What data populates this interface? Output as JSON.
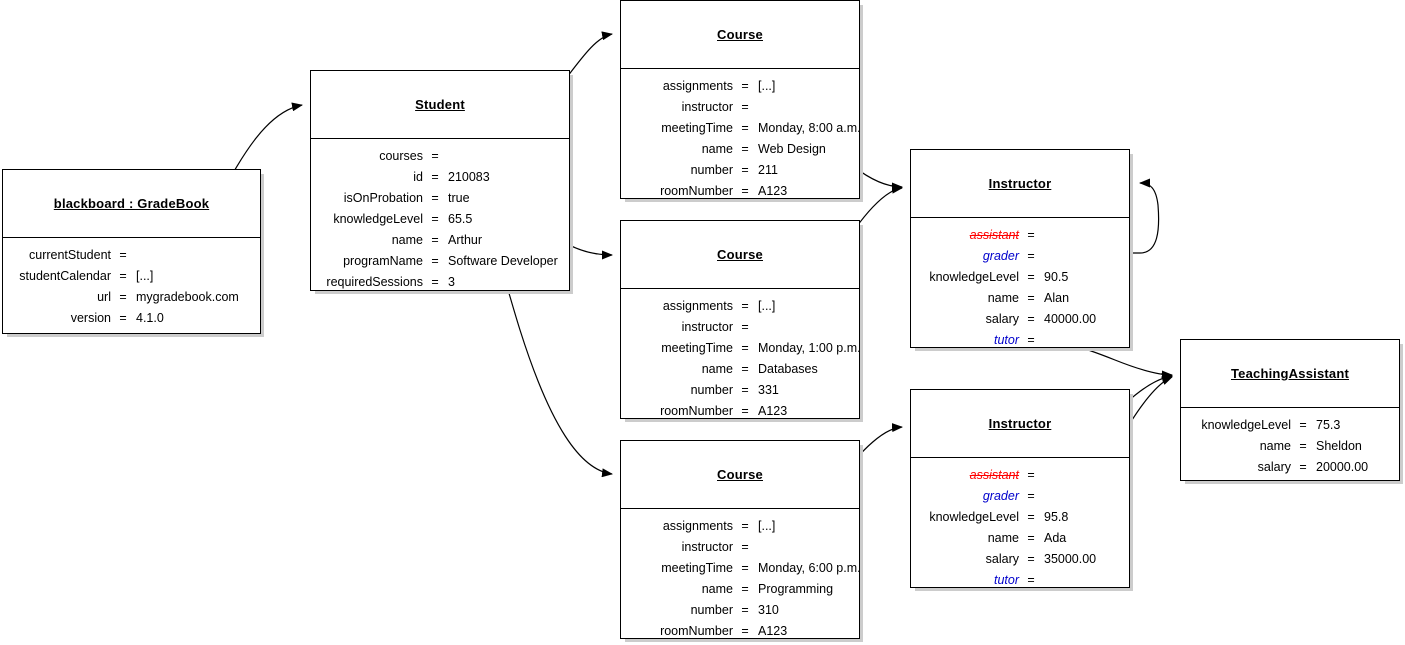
{
  "diagram": {
    "type": "uml-object-diagram",
    "colors": {
      "background": "#ffffff",
      "box_border": "#000000",
      "box_fill": "#ffffff",
      "shadow": "#cccccc",
      "link_attribute": "#0000CC",
      "deleted_attribute": "#FF0000",
      "edge": "#000000"
    }
  },
  "objects": {
    "gradebook": {
      "title": "blackboard : GradeBook",
      "name_col_width": 108,
      "attributes": [
        {
          "name": "currentStudent",
          "value": "",
          "style": "normal"
        },
        {
          "name": "studentCalendar",
          "value": "[...]",
          "style": "normal"
        },
        {
          "name": "url",
          "value": "mygradebook.com",
          "style": "normal"
        },
        {
          "name": "version",
          "value": "4.1.0",
          "style": "normal"
        }
      ]
    },
    "student": {
      "title": "Student",
      "name_col_width": 112,
      "attributes": [
        {
          "name": "courses",
          "value": "",
          "style": "normal"
        },
        {
          "name": "id",
          "value": "210083",
          "style": "normal"
        },
        {
          "name": "isOnProbation",
          "value": "true",
          "style": "normal"
        },
        {
          "name": "knowledgeLevel",
          "value": "65.5",
          "style": "normal"
        },
        {
          "name": "name",
          "value": "Arthur",
          "style": "normal"
        },
        {
          "name": "programName",
          "value": "Software Developer",
          "style": "normal"
        },
        {
          "name": "requiredSessions",
          "value": "3",
          "style": "normal"
        }
      ]
    },
    "course_webdesign": {
      "title": "Course",
      "name_col_width": 112,
      "attributes": [
        {
          "name": "assignments",
          "value": "[...]",
          "style": "normal"
        },
        {
          "name": "instructor",
          "value": "",
          "style": "normal"
        },
        {
          "name": "meetingTime",
          "value": "Monday, 8:00 a.m.",
          "style": "normal"
        },
        {
          "name": "name",
          "value": "Web Design",
          "style": "normal"
        },
        {
          "name": "number",
          "value": "211",
          "style": "normal"
        },
        {
          "name": "roomNumber",
          "value": "A123",
          "style": "normal"
        }
      ]
    },
    "course_databases": {
      "title": "Course",
      "name_col_width": 112,
      "attributes": [
        {
          "name": "assignments",
          "value": "[...]",
          "style": "normal"
        },
        {
          "name": "instructor",
          "value": "",
          "style": "normal"
        },
        {
          "name": "meetingTime",
          "value": "Monday, 1:00 p.m.",
          "style": "normal"
        },
        {
          "name": "name",
          "value": "Databases",
          "style": "normal"
        },
        {
          "name": "number",
          "value": "331",
          "style": "normal"
        },
        {
          "name": "roomNumber",
          "value": "A123",
          "style": "normal"
        }
      ]
    },
    "course_programming": {
      "title": "Course",
      "name_col_width": 112,
      "attributes": [
        {
          "name": "assignments",
          "value": "[...]",
          "style": "normal"
        },
        {
          "name": "instructor",
          "value": "",
          "style": "normal"
        },
        {
          "name": "meetingTime",
          "value": "Monday, 6:00 p.m.",
          "style": "normal"
        },
        {
          "name": "name",
          "value": "Programming",
          "style": "normal"
        },
        {
          "name": "number",
          "value": "310",
          "style": "normal"
        },
        {
          "name": "roomNumber",
          "value": "A123",
          "style": "normal"
        }
      ]
    },
    "instructor_alan": {
      "title": "Instructor",
      "name_col_width": 108,
      "attributes": [
        {
          "name": "assistant",
          "value": "",
          "style": "deleted"
        },
        {
          "name": "grader",
          "value": "",
          "style": "link"
        },
        {
          "name": "knowledgeLevel",
          "value": "90.5",
          "style": "normal"
        },
        {
          "name": "name",
          "value": "Alan",
          "style": "normal"
        },
        {
          "name": "salary",
          "value": "40000.00",
          "style": "normal"
        },
        {
          "name": "tutor",
          "value": "",
          "style": "link"
        }
      ]
    },
    "instructor_ada": {
      "title": "Instructor",
      "name_col_width": 108,
      "attributes": [
        {
          "name": "assistant",
          "value": "",
          "style": "deleted"
        },
        {
          "name": "grader",
          "value": "",
          "style": "link"
        },
        {
          "name": "knowledgeLevel",
          "value": "95.8",
          "style": "normal"
        },
        {
          "name": "name",
          "value": "Ada",
          "style": "normal"
        },
        {
          "name": "salary",
          "value": "35000.00",
          "style": "normal"
        },
        {
          "name": "tutor",
          "value": "",
          "style": "link"
        }
      ]
    },
    "teaching_assistant": {
      "title": "TeachingAssistant",
      "name_col_width": 110,
      "attributes": [
        {
          "name": "knowledgeLevel",
          "value": "75.3",
          "style": "normal"
        },
        {
          "name": "name",
          "value": "Sheldon",
          "style": "normal"
        },
        {
          "name": "salary",
          "value": "20000.00",
          "style": "normal"
        }
      ]
    }
  },
  "links": [
    {
      "id": "gradebook-currentStudent-to-student",
      "from": "gradebook.currentStudent",
      "to": "student"
    },
    {
      "id": "student-courses-to-course-webdesign",
      "from": "student.courses",
      "to": "course_webdesign"
    },
    {
      "id": "student-courses-to-course-databases",
      "from": "student.courses",
      "to": "course_databases"
    },
    {
      "id": "student-courses-to-course-programming",
      "from": "student.courses",
      "to": "course_programming"
    },
    {
      "id": "course-webdesign-instructor-to-instructor-alan",
      "from": "course_webdesign.instructor",
      "to": "instructor_alan"
    },
    {
      "id": "course-databases-instructor-to-instructor-alan",
      "from": "course_databases.instructor",
      "to": "instructor_alan"
    },
    {
      "id": "course-programming-instructor-to-instructor-ada",
      "from": "course_programming.instructor",
      "to": "instructor_ada"
    },
    {
      "id": "instructor-alan-grader-self-loop",
      "from": "instructor_alan.grader",
      "to": "instructor_alan"
    },
    {
      "id": "instructor-alan-tutor-to-teaching-assistant",
      "from": "instructor_alan.tutor",
      "to": "teaching_assistant"
    },
    {
      "id": "instructor-ada-grader-to-teaching-assistant",
      "from": "instructor_ada.grader",
      "to": "teaching_assistant"
    },
    {
      "id": "instructor-ada-tutor-to-teaching-assistant",
      "from": "instructor_ada.tutor",
      "to": "teaching_assistant"
    }
  ]
}
